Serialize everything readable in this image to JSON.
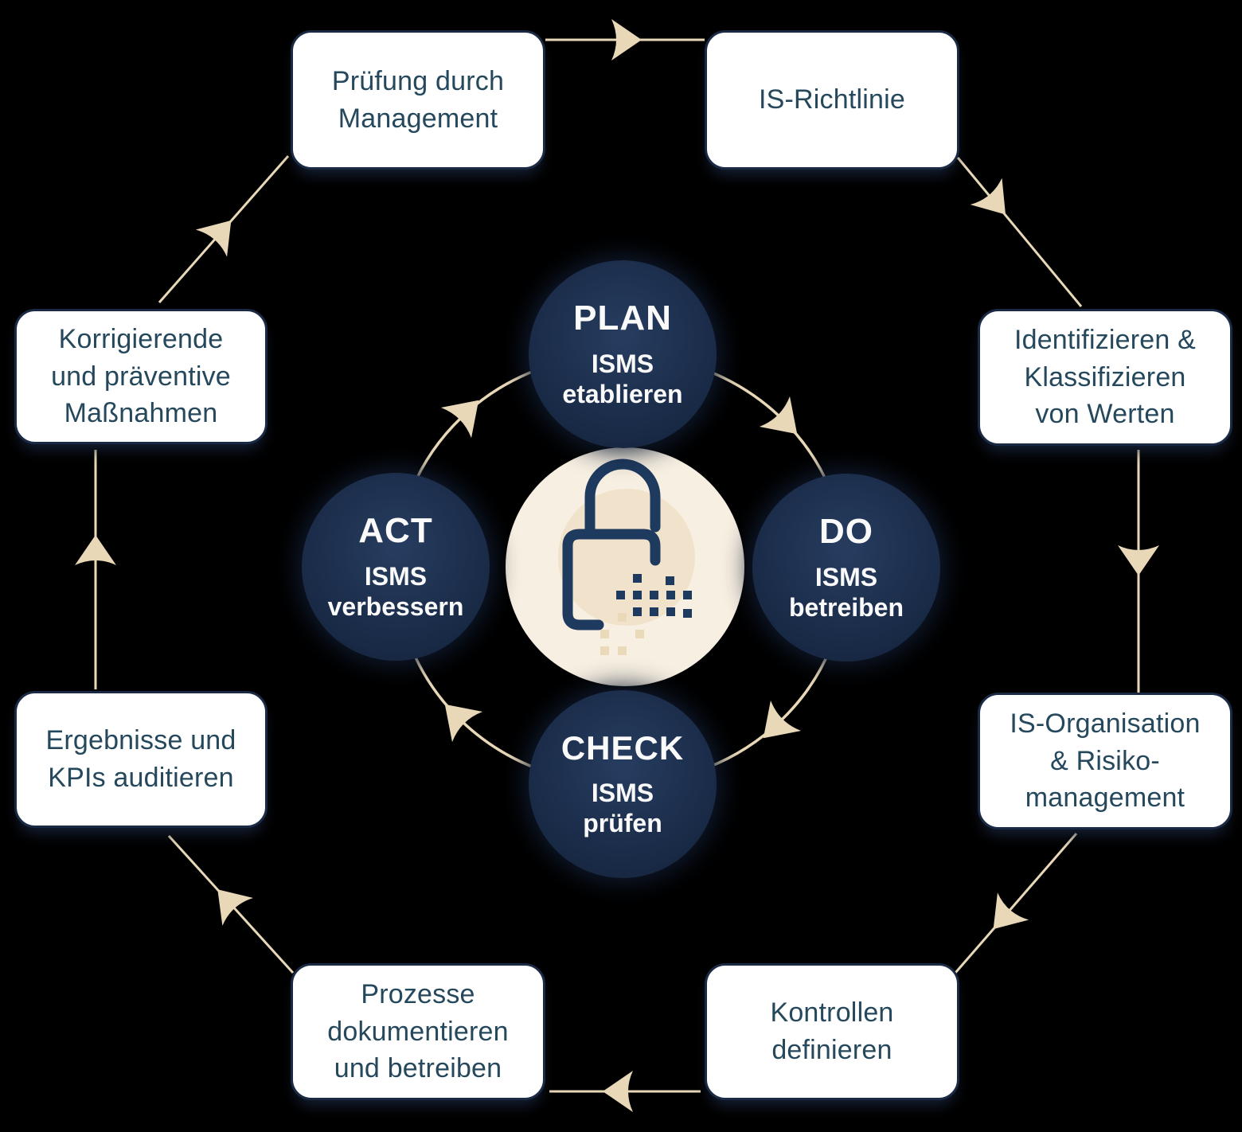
{
  "diagram_title": "ISMS PDCA cycle",
  "colors": {
    "background": "#000000",
    "navy_circle": "#1c2e4c",
    "box_border_navy": "#1b2a44",
    "box_text_teal": "#25485c",
    "arrow_beige": "#e9d8b8",
    "center_cream": "#f7efe1",
    "center_inner_cream": "#f1e3cb",
    "lock_navy": "#1e3a5f",
    "circle_text_white": "#fafafa"
  },
  "center": {
    "icon": "padlock-dissolving-pixels-icon"
  },
  "pdca": {
    "plan": {
      "title": "PLAN",
      "subtitle": "ISMS\netablieren"
    },
    "do": {
      "title": "DO",
      "subtitle": "ISMS\nbetreiben"
    },
    "check": {
      "title": "CHECK",
      "subtitle": "ISMS\nprüfen"
    },
    "act": {
      "title": "ACT",
      "subtitle": "ISMS\nverbessern"
    }
  },
  "steps": [
    {
      "label": "Prüfung durch\nManagement"
    },
    {
      "label": "IS-Richtlinie"
    },
    {
      "label": "Identifizieren &\nKlassifizieren\nvon Werten"
    },
    {
      "label": "IS-Organisation\n& Risiko-\nmanagement"
    },
    {
      "label": "Kontrollen\ndefinieren"
    },
    {
      "label": "Prozesse\ndokumentieren\nund betreiben"
    },
    {
      "label": "Ergebnisse und\nKPIs auditieren"
    },
    {
      "label": "Korrigierende\nund präventive\nMaßnahmen"
    }
  ],
  "flow": {
    "outer_direction": "clockwise",
    "inner_direction": "clockwise"
  }
}
